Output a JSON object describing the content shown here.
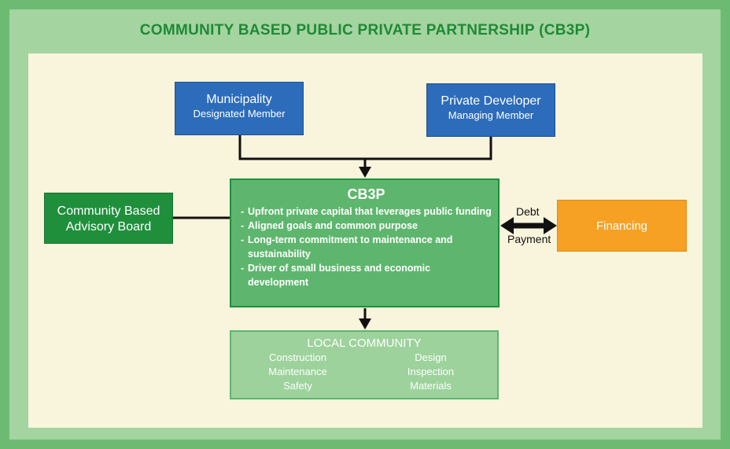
{
  "title": "COMMUNITY BASED PUBLIC PRIVATE PARTNERSHIP (CB3P)",
  "municipality": {
    "name": "Municipality",
    "role": "Designated Member"
  },
  "developer": {
    "name": "Private Developer",
    "role": "Managing Member"
  },
  "advisory": {
    "line1": "Community Based",
    "line2": "Advisory Board"
  },
  "cb3p": {
    "heading": "CB3P",
    "bullets": [
      "Upfront private capital that leverages public funding",
      "Aligned goals and common purpose",
      "Long-term commitment to maintenance and sustainability",
      "Driver of small business and economic development"
    ]
  },
  "financing": {
    "name": "Financing",
    "top_label": "Debt",
    "bottom_label": "Payment"
  },
  "local": {
    "heading": "LOCAL COMMUNITY",
    "left": [
      "Construction",
      "Maintenance",
      "Safety"
    ],
    "right": [
      "Design",
      "Inspection",
      "Materials"
    ]
  },
  "colors": {
    "blue": "#2c6cba",
    "dark_green": "#1f8f3c",
    "mid_green": "#5eb66e",
    "light_green": "#9dd29c",
    "orange": "#f7a124",
    "title_green": "#1e8a35"
  }
}
